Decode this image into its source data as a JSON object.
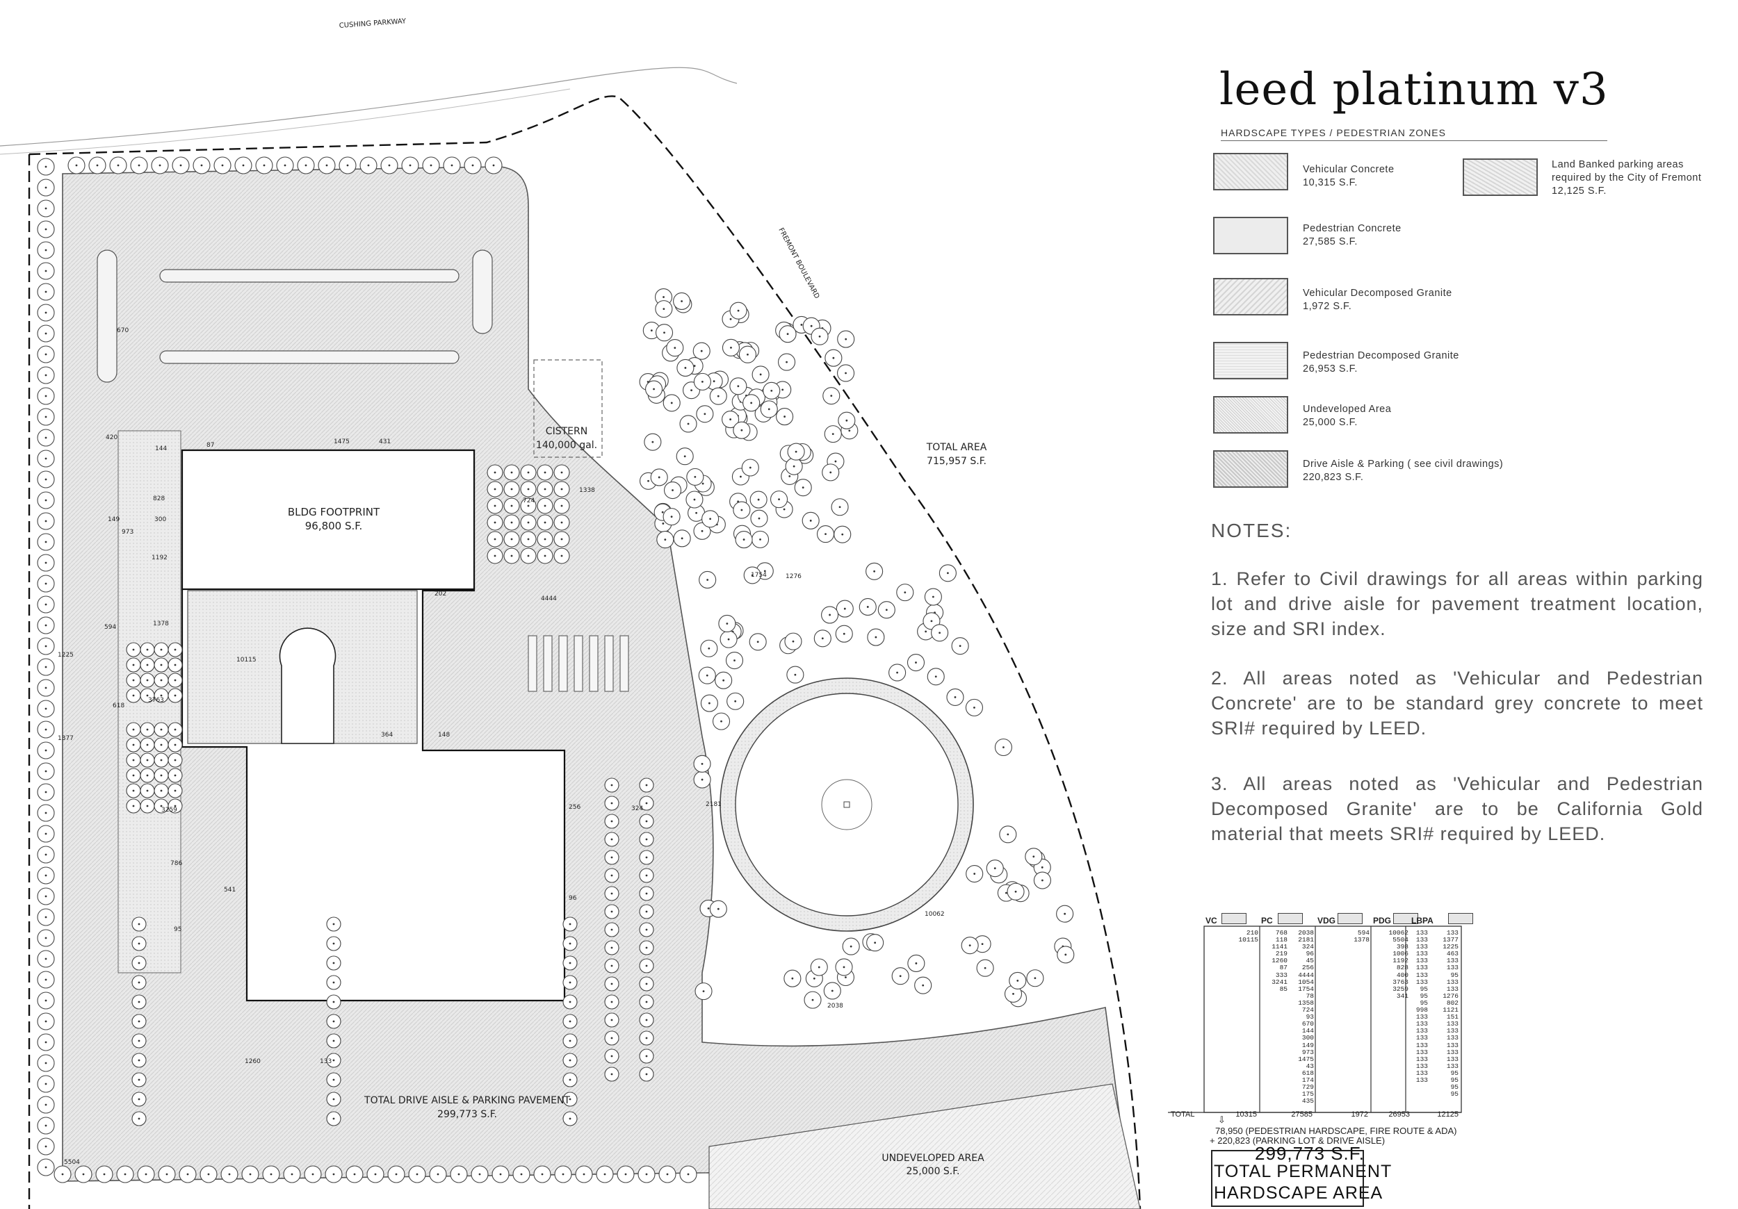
{
  "plan": {
    "street_north": "CUSHING PARKWAY",
    "street_east": "FREMONT BOULEVARD",
    "cistern_label": "CISTERN",
    "cistern_volume": "140,000 gal.",
    "bldg_label": "BLDG FOOTPRINT",
    "bldg_area": "96,800 S.F.",
    "total_area_label": "TOTAL AREA",
    "total_area_value": "715,957 S.F.",
    "drive_aisle_label": "TOTAL DRIVE AISLE & PARKING PAVEMENT",
    "drive_aisle_value": "299,773 S.F.",
    "undeveloped_label": "UNDEVELOPED AREA",
    "undeveloped_value": "25,000 S.F.",
    "area_numbers": [
      "1475",
      "431",
      "828",
      "1192",
      "149",
      "973",
      "300",
      "1378",
      "594",
      "10115",
      "3763",
      "1225",
      "1377",
      "3259",
      "4444",
      "1338",
      "724",
      "2181",
      "324",
      "10062",
      "2038",
      "1260",
      "5504",
      "541",
      "786",
      "420",
      "144",
      "87",
      "202",
      "364",
      "148",
      "256",
      "96",
      "133",
      "95",
      "1276",
      "1754",
      "670",
      "618"
    ]
  },
  "legend": {
    "title": "leed platinum v3",
    "subtitle": "HARDSCAPE TYPES / PEDESTRIAN ZONES",
    "items": [
      {
        "name": "Vehicular Concrete",
        "area": "10,315 S.F."
      },
      {
        "name": "Pedestrian Concrete",
        "area": "27,585 S.F."
      },
      {
        "name": "Vehicular Decomposed Granite",
        "area": "1,972 S.F."
      },
      {
        "name": "Pedestrian Decomposed Granite",
        "area": "26,953 S.F."
      },
      {
        "name": "Undeveloped Area",
        "area": "25,000 S.F."
      },
      {
        "name": "Drive Aisle & Parking ( see civil drawings)",
        "area": "220,823 S.F."
      },
      {
        "name": "Land Banked parking areas required by the City of Fremont",
        "area": "12,125 S.F."
      }
    ]
  },
  "notes": {
    "heading": "NOTES:",
    "items": [
      "1. Refer to Civil drawings for all areas within parking lot and drive aisle for pavement treatment location, size and SRI index.",
      "2. All areas noted as 'Vehicular and Pedestrian Concrete' are to be standard grey concrete to meet SRI# required by LEED.",
      "3. All areas noted as 'Vehicular and Pedestrian Decomposed Granite' are to be California Gold material that meets SRI# required by LEED."
    ]
  },
  "table": {
    "headers": [
      "VC",
      "PC",
      "VDG",
      "PDG",
      "LBPA"
    ],
    "columns": [
      [
        "210",
        "10115"
      ],
      [
        "768",
        "118",
        "1141",
        "219",
        "1260",
        "87",
        "333",
        "3241",
        "85"
      ],
      [
        "2038",
        "2181",
        "324",
        "96",
        "45",
        "256",
        "4444",
        "1054",
        "1754",
        "78",
        "1358",
        "724",
        "93",
        "670",
        "144",
        "300",
        "149",
        "973",
        "1475",
        "43",
        "618",
        "174",
        "729",
        "175",
        "435"
      ],
      [
        "594",
        "1378"
      ],
      [
        "10062",
        "5504",
        "398",
        "1006",
        "1192",
        "828",
        "400",
        "3763",
        "3259",
        "341"
      ],
      [
        "133",
        "133",
        "133",
        "133",
        "133",
        "133",
        "133",
        "133",
        "95",
        "95",
        "95",
        "998",
        "133",
        "133",
        "133",
        "133",
        "133",
        "133",
        "133",
        "133",
        "133",
        "133"
      ],
      [
        "133",
        "1377",
        "1225",
        "463",
        "133",
        "133",
        "95",
        "133",
        "133",
        "1276",
        "802",
        "1121",
        "151",
        "133",
        "133",
        "133",
        "133",
        "133",
        "133",
        "133",
        "95",
        "95",
        "95",
        "95"
      ]
    ],
    "col_text": [
      "210\n10115",
      "768\n118\n1141\n219\n1260\n87\n333\n3241\n85",
      "2038\n2181\n324\n96\n45\n256\n4444\n1054\n1754\n78\n1358\n724\n93\n670\n144\n300\n149\n973\n1475\n43\n618\n174\n729\n175\n435",
      "594\n1378",
      "10062\n5504\n398\n1006\n1192\n828\n400\n3763\n3259\n341",
      "133\n133\n133\n133\n133\n133\n133\n133\n95\n95\n95\n998\n133\n133\n133\n133\n133\n133\n133\n133\n133\n133",
      "133\n1377\n1225\n463\n133\n133\n95\n133\n133\n1276\n802\n1121\n151\n133\n133\n133\n133\n133\n133\n133\n95\n95\n95\n95"
    ],
    "total_label": "TOTAL",
    "totals": [
      "10315",
      "27585",
      "1972",
      "26953",
      "12125"
    ]
  },
  "summary": {
    "line1": "78,950 (PEDESTRIAN HARDSCAPE, FIRE ROUTE & ADA)",
    "line2": "+ 220,823 (PARKING LOT & DRIVE AISLE)",
    "total_value": "299,773 S.F.",
    "total_label_1": "TOTAL PERMANENT",
    "total_label_2": "HARDSCAPE AREA"
  }
}
